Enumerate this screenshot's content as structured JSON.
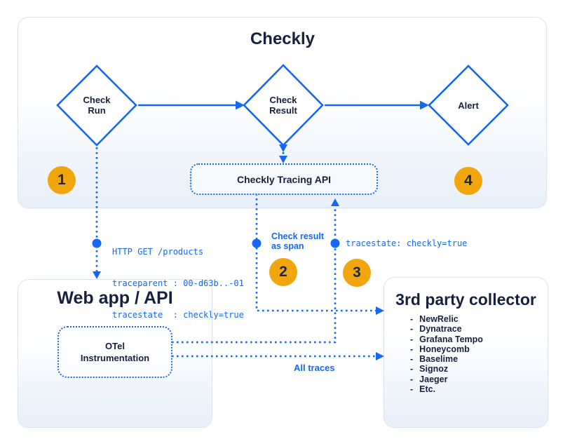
{
  "colors": {
    "accent_blue": "#1667f2",
    "text_navy": "#15213f",
    "badge_orange": "#f2a60d"
  },
  "checkly_panel": {
    "title": "Checkly",
    "check_run": {
      "line1": "Check",
      "line2": "Run"
    },
    "check_result": {
      "line1": "Check",
      "line2": "Result"
    },
    "alert": {
      "label": "Alert"
    },
    "tracing_api": {
      "label": "Checkly Tracing API"
    }
  },
  "badges": {
    "b1": "1",
    "b2": "2",
    "b3": "3",
    "b4": "4"
  },
  "annotations": {
    "http_request": {
      "line1": "HTTP GET /products",
      "line2": "traceparent : 00-d63b..-01",
      "line3": "tracestate  : checkly=true"
    },
    "check_result_span": {
      "line1": "Check result",
      "line2": "as span"
    },
    "tracestate": "tracestate: checkly=true",
    "all_traces": "All traces"
  },
  "web_app_panel": {
    "title": "Web app / API",
    "otel": {
      "line1": "OTel",
      "line2": "Instrumentation"
    }
  },
  "collector_panel": {
    "title": "3rd party collector",
    "items": [
      "NewRelic",
      "Dynatrace",
      "Grafana Tempo",
      "Honeycomb",
      "Baselime",
      "Signoz",
      "Jaeger",
      "Etc."
    ]
  }
}
